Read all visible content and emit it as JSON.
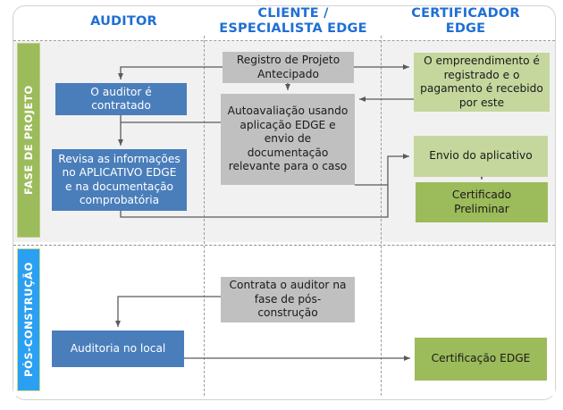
{
  "diagram": {
    "title_present": false,
    "columns": [
      {
        "id": "auditor",
        "label": "AUDITOR"
      },
      {
        "id": "cliente",
        "label": "CLIENTE /\nESPECIALISTA EDGE"
      },
      {
        "id": "certificador",
        "label": "CERTIFICADOR\nEDGE"
      }
    ],
    "phases": [
      {
        "id": "project",
        "label": "FASE DE PROJETO",
        "color": "#9cbb5a"
      },
      {
        "id": "post",
        "label": "PÓS-CONSTRUÇÃO",
        "color": "#2ba0f2"
      }
    ],
    "colors": {
      "header_text": "#1f6fd4",
      "blue_box": "#4a7ebb",
      "gray_box": "#c0c0c0",
      "light_green_box": "#c5d79d",
      "dark_green_box": "#9cbb5a",
      "phase_project": "#9cbb5a",
      "phase_post": "#2ba0f2",
      "connector": "#5a5a5a",
      "section_background": "#f1f1f1",
      "separator": "#9d9d9d"
    },
    "nodes": [
      {
        "id": "registro",
        "label": "Registro de Projeto\nAntecipado",
        "column": "cliente",
        "phase": "project",
        "style": "gray"
      },
      {
        "id": "auditor-contratado",
        "label": "O auditor é\ncontratado",
        "column": "auditor",
        "phase": "project",
        "style": "blue"
      },
      {
        "id": "empreendimento",
        "label": "O empreendimento é\nregistrado e o\npagamento é recebido\npor este",
        "column": "certificador",
        "phase": "project",
        "style": "lgreen"
      },
      {
        "id": "autoavaliacao",
        "label": "Autoavaliação usando\naplicação EDGE e\nenvio de\ndocumentação\nrelevante para o caso",
        "column": "cliente",
        "phase": "project",
        "style": "gray"
      },
      {
        "id": "revisa",
        "label": "Revisa as informações\nno APLICATIVO EDGE\ne na documentação\ncomprobatória",
        "column": "auditor",
        "phase": "project",
        "style": "blue"
      },
      {
        "id": "envio-aplicativo",
        "label": "Envio do aplicativo",
        "column": "certificador",
        "phase": "project",
        "style": "lgreen"
      },
      {
        "id": "certificado-prelim",
        "label": "Certificado\nPreliminar",
        "column": "certificador",
        "phase": "project",
        "style": "dgreen"
      },
      {
        "id": "contrata-auditor",
        "label": "Contrata o auditor na\nfase de pós-\nconstrução",
        "column": "cliente",
        "phase": "post",
        "style": "gray"
      },
      {
        "id": "auditoria-local",
        "label": "Auditoria no local",
        "column": "auditor",
        "phase": "post",
        "style": "blue"
      },
      {
        "id": "certificacao-edge",
        "label": "Certificação EDGE",
        "column": "certificador",
        "phase": "post",
        "style": "dgreen"
      }
    ],
    "edges": [
      {
        "from": "registro",
        "to": "auditor-contratado"
      },
      {
        "from": "registro",
        "to": "empreendimento"
      },
      {
        "from": "registro",
        "to": "autoavaliacao"
      },
      {
        "from": "empreendimento",
        "to": "autoavaliacao"
      },
      {
        "from": "auditor-contratado",
        "to": "revisa"
      },
      {
        "from": "autoavaliacao",
        "to": "revisa"
      },
      {
        "from": "revisa",
        "to": "envio-aplicativo"
      },
      {
        "from": "envio-aplicativo",
        "to": "certificado-prelim"
      },
      {
        "from": "contrata-auditor",
        "to": "auditoria-local"
      },
      {
        "from": "auditoria-local",
        "to": "certificacao-edge"
      }
    ]
  }
}
